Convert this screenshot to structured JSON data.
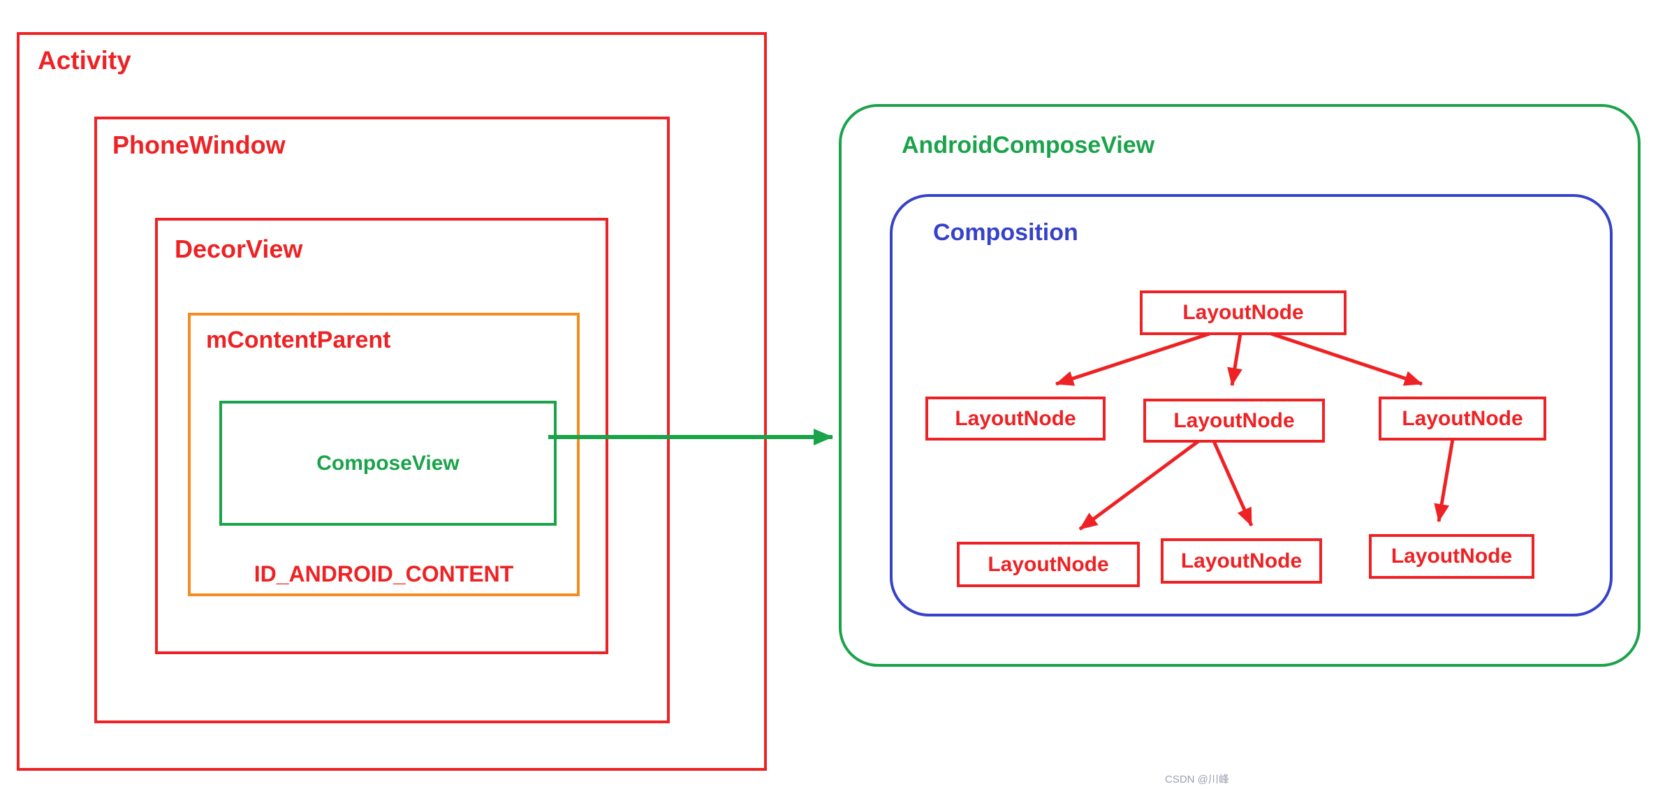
{
  "diagram": {
    "view_hierarchy": {
      "activity_label": "Activity",
      "phone_window_label": "PhoneWindow",
      "decor_view_label": "DecorView",
      "m_content_parent_label": "mContentParent",
      "compose_view_label": "ComposeView",
      "id_android_content_label": "ID_ANDROID_CONTENT"
    },
    "compose": {
      "android_compose_view_label": "AndroidComposeView",
      "composition_label": "Composition",
      "nodes": [
        "LayoutNode",
        "LayoutNode",
        "LayoutNode",
        "LayoutNode",
        "LayoutNode",
        "LayoutNode",
        "LayoutNode"
      ]
    },
    "colors": {
      "red": "#ee2224",
      "green": "#1aa34a",
      "orange": "#f68b1f",
      "blue": "#3642c8",
      "watermark_gray": "#9aa0b0"
    },
    "watermark": "CSDN @川峰"
  }
}
